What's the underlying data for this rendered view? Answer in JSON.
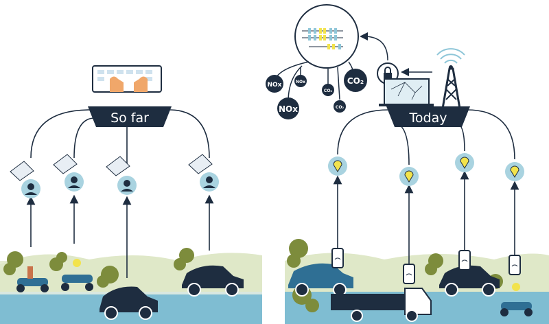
{
  "left_panel": {
    "label": "So far",
    "nodes": 4
  },
  "right_panel": {
    "label": "Today",
    "emissions": [
      {
        "text": "NOx",
        "size": "medium"
      },
      {
        "text": "NOx",
        "size": "small"
      },
      {
        "text": "NOx",
        "size": "large"
      },
      {
        "text": "CO₂",
        "size": "small"
      },
      {
        "text": "CO₂",
        "size": "small"
      },
      {
        "text": "CO₂",
        "size": "large"
      }
    ]
  },
  "colors": {
    "navy": "#1e2d40",
    "light_blue": "#a9d3e0",
    "road": "#7fbdd2",
    "hills": "#dfe8c8",
    "smoke": "#7d8c3c",
    "pin_yellow": "#f2e34c",
    "car_blue": "#2f6f94"
  }
}
